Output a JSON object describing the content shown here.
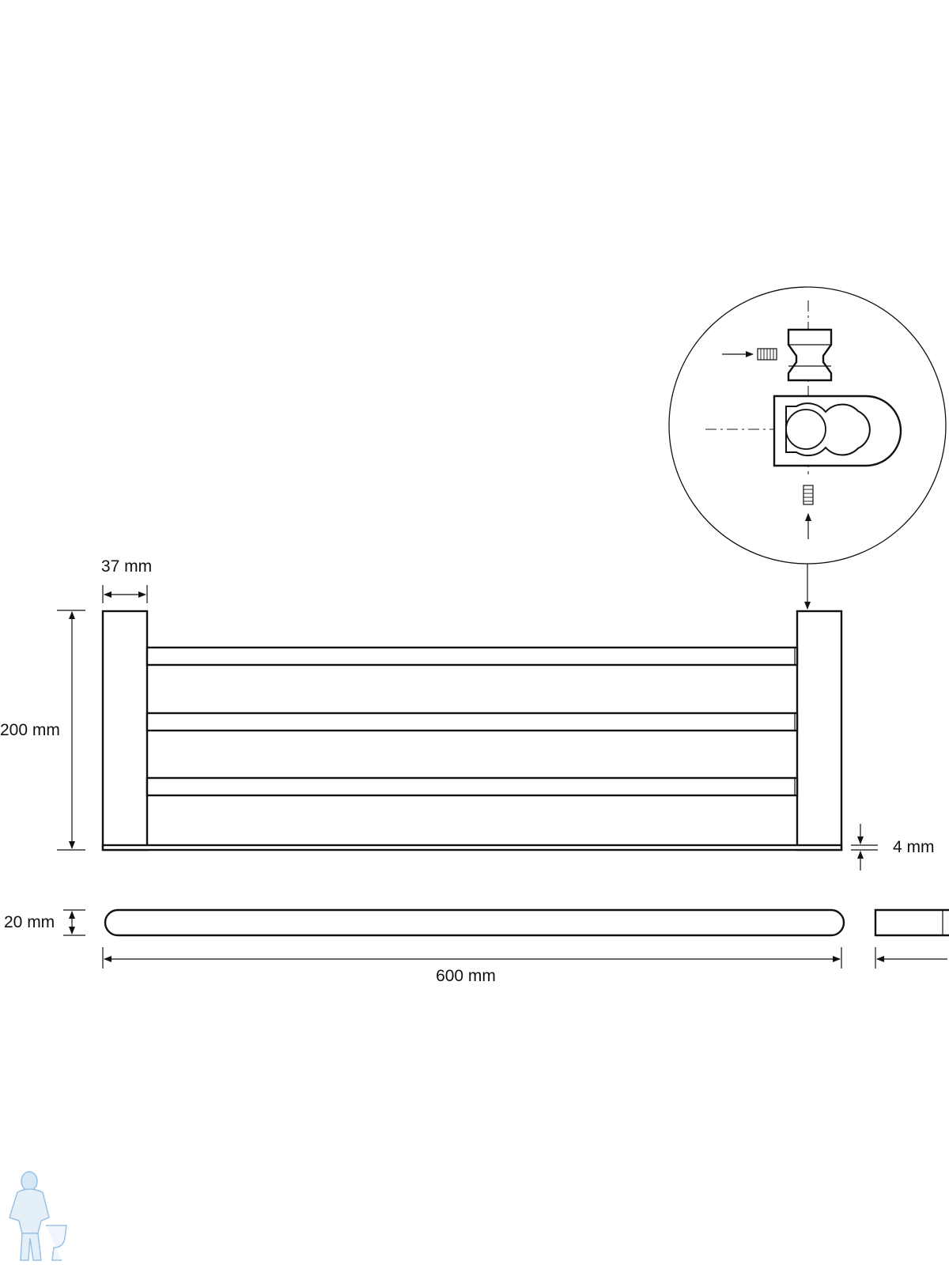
{
  "dimensions": {
    "post_width": "37 mm",
    "height": "200 mm",
    "plate_thickness": "4 mm",
    "depth": "20 mm",
    "length": "600 mm"
  },
  "colors": {
    "line": "#111111",
    "watermark": "#4a8fd0"
  },
  "icons": {
    "watermark": "plumber-toilet-mascot-icon",
    "arrow": "dimension-arrow-icon"
  }
}
